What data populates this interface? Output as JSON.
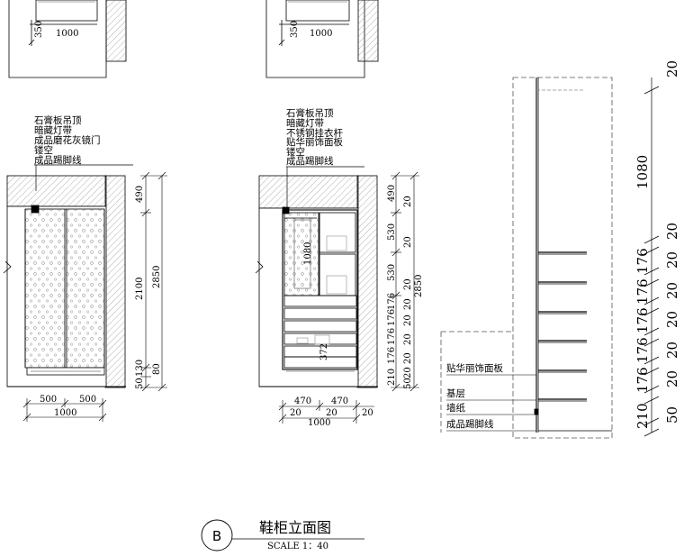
{
  "title": {
    "letter": "B",
    "name": "鞋柜立面图",
    "scale": "SCALE  1：40"
  },
  "top_details": {
    "dim_350": "350",
    "dim_1000": "1000"
  },
  "elev1": {
    "notes": [
      "石膏板吊顶",
      "暗藏灯带",
      "成品磨花灰镜门",
      "镂空",
      "成品踢脚线"
    ],
    "dims_right": [
      "490",
      "2100",
      "2850",
      "130",
      "50",
      "80"
    ],
    "dims_bottom": [
      "500",
      "500",
      "1000"
    ]
  },
  "elev2": {
    "notes": [
      "石膏板吊顶",
      "暗藏灯带",
      "不锈钢挂衣杆",
      "贴华丽饰面板",
      "镂空",
      "成品踢脚线"
    ],
    "dims_right": [
      "490",
      "530",
      "530",
      "2850",
      "176",
      "176",
      "176",
      "176",
      "210",
      "20",
      "20",
      "20",
      "20",
      "20",
      "20",
      "20",
      "20",
      "50"
    ],
    "dim_1080": "1080",
    "dim_372": "372",
    "dims_bottom": [
      "470",
      "470",
      "20",
      "20",
      "20",
      "1000"
    ]
  },
  "section": {
    "notes": [
      "贴华丽饰面板",
      "基层",
      "墙纸",
      "成品踢脚线"
    ],
    "dims_right": [
      "20",
      "1080",
      "20",
      "176",
      "20",
      "176",
      "20",
      "176",
      "20",
      "176",
      "20",
      "176",
      "20",
      "210",
      "50"
    ]
  }
}
